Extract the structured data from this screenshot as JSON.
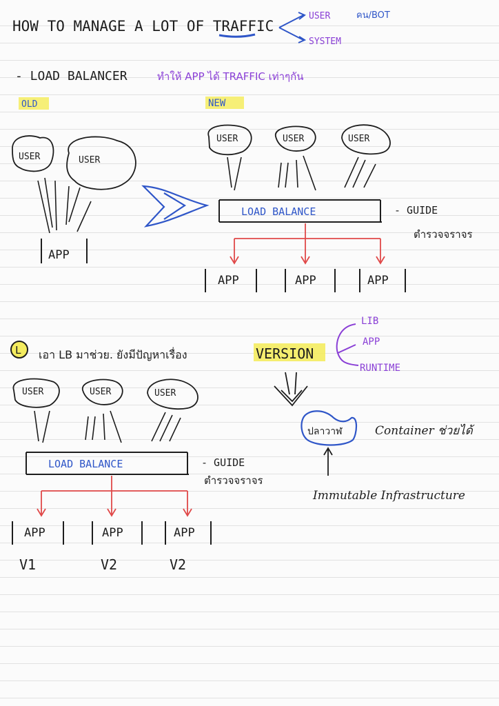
{
  "colors": {
    "ink": "#1d1d1d",
    "blue": "#2f56c8",
    "purple": "#8a3fd6",
    "red": "#e04848",
    "highlight": "#f4ec5f"
  },
  "title": {
    "text": "HOW TO MANAGE A LOT OF TRAFFIC",
    "branch_user": "USER",
    "branch_user_note": "คน/BOT",
    "branch_system": "SYSTEM"
  },
  "section1": {
    "bullet": "- LOAD BALANCER",
    "thai_note": "ทำให้ APP ได้ TRAFFIC เท่าๆกัน",
    "old_label": "OLD",
    "new_label": "NEW",
    "old_users": [
      "USER",
      "USER"
    ],
    "old_app": "APP",
    "new_users": [
      "USER",
      "USER",
      "USER"
    ],
    "lb_label": "LOAD BALANCE",
    "guide": "- GUIDE",
    "guide_thai": "ตำรวจจราจร",
    "apps": [
      "APP",
      "APP",
      "APP"
    ]
  },
  "section2": {
    "marker": "L",
    "note": "เอา LB มาช่วย. ยังมีปัญหาเรื่อง",
    "version": "VERSION",
    "branches": [
      "LIB",
      "APP",
      "RUNTIME"
    ],
    "users": [
      "USER",
      "USER",
      "USER"
    ],
    "lb_label": "LOAD BALANCE",
    "guide": "- GUIDE",
    "guide_thai": "ตำรวจจราจร",
    "apps": [
      "APP",
      "APP",
      "APP"
    ],
    "versions": [
      "V1",
      "V2",
      "V2"
    ],
    "blob_label": "ปลาวาฬ",
    "container_note": "Container ช่วยได้",
    "immutable": "Immutable Infrastructure"
  }
}
